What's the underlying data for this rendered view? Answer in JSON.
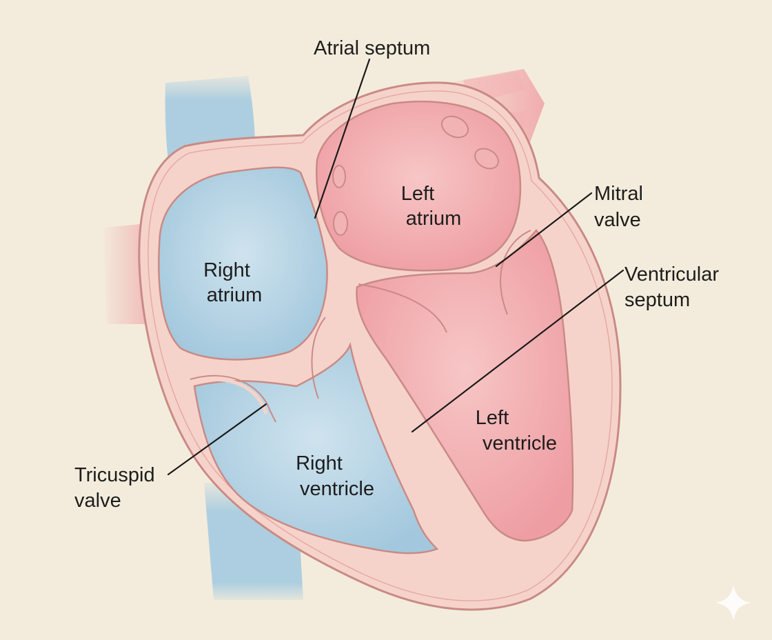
{
  "labels": {
    "atrial_septum": "Atrial septum",
    "left_atrium": [
      "Left",
      "atrium"
    ],
    "mitral_valve": [
      "Mitral",
      "valve"
    ],
    "right_atrium": [
      "Right",
      "atrium"
    ],
    "ventricular_septum": [
      "Ventricular",
      "septum"
    ],
    "left_ventricle": [
      "Left",
      "ventricle"
    ],
    "right_ventricle": [
      "Right",
      "ventricle"
    ],
    "tricuspid_valve": [
      "Tricuspid",
      "valve"
    ]
  },
  "colors": {
    "background": "#f3ecdc",
    "deoxygenated_blue": "#a9cde0",
    "oxygenated_red": "#f0a3a8",
    "heart_wall": "#f6cfc8",
    "outline": "#c98a85",
    "text": "#1d1d1d"
  },
  "icons": [
    "sparkle-icon"
  ]
}
